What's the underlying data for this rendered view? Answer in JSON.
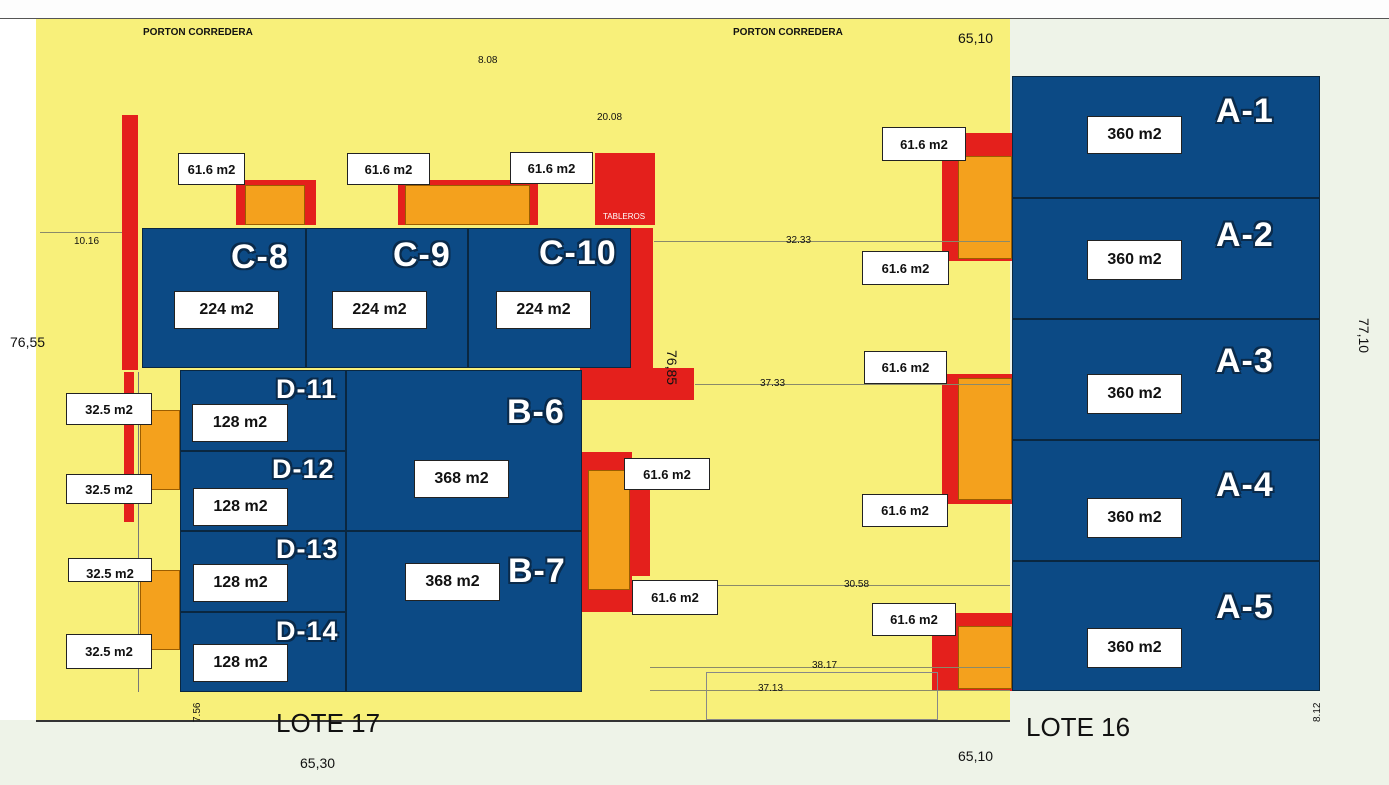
{
  "gates": {
    "left": "PORTON CORREDERA",
    "right": "PORTON CORREDERA"
  },
  "dimensions": {
    "top_right": "65,10",
    "bottom_left": "65,30",
    "bottom_right": "65,10",
    "left_vertical": "76,55",
    "right_vertical": "77,10",
    "mid_vertical": "76,85",
    "top_access": "8.08",
    "c_setback": "20.08",
    "left_offset": "10.16",
    "a_row_1": "32.33",
    "a_row_2": "37.33",
    "a_row_3": "30.58",
    "bottom_1": "38.17",
    "bottom_2": "37.13",
    "bottom_left_small": "7.56",
    "bottom_right_small": "8.12"
  },
  "lots": {
    "left": "LOTE 17",
    "right": "LOTE 16"
  },
  "tableros_label": "TABLEROS",
  "units": {
    "a1": {
      "name": "A-1",
      "area": "360 m2"
    },
    "a2": {
      "name": "A-2",
      "area": "360 m2"
    },
    "a3": {
      "name": "A-3",
      "area": "360 m2"
    },
    "a4": {
      "name": "A-4",
      "area": "360 m2"
    },
    "a5": {
      "name": "A-5",
      "area": "360 m2"
    },
    "b6": {
      "name": "B-6",
      "area": "368 m2"
    },
    "b7": {
      "name": "B-7",
      "area": "368 m2"
    },
    "c8": {
      "name": "C-8",
      "area": "224 m2"
    },
    "c9": {
      "name": "C-9",
      "area": "224 m2"
    },
    "c10": {
      "name": "C-10",
      "area": "224 m2"
    },
    "d11": {
      "name": "D-11",
      "area": "128 m2"
    },
    "d12": {
      "name": "D-12",
      "area": "128 m2"
    },
    "d13": {
      "name": "D-13",
      "area": "128 m2"
    },
    "d14": {
      "name": "D-14",
      "area": "128 m2"
    }
  },
  "annexes": {
    "c8": "61.6 m2",
    "c9": "61.6 m2",
    "c10": "61.6 m2",
    "a_top": "61.6 m2",
    "a2": "61.6 m2",
    "a3": "61.6 m2",
    "a4": "61.6 m2",
    "a5": "61.6 m2",
    "b_top": "61.6 m2",
    "b_bottom": "61.6 m2",
    "d11": "32.5 m2",
    "d12": "32.5 m2",
    "d13": "32.5 m2",
    "d14": "32.5 m2"
  }
}
